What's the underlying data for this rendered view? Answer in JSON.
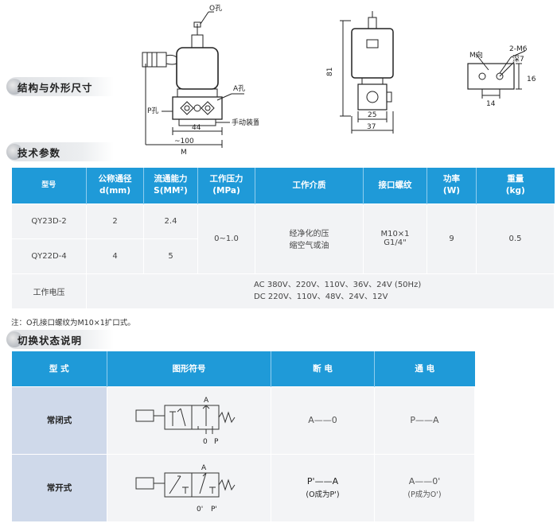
{
  "sections": {
    "structure": "结构与外形尺寸",
    "tech": "技术参数",
    "switch": "切换状态说明"
  },
  "drawing": {
    "o_hole": "O孔",
    "a_hole": "A孔",
    "p_hole": "P孔",
    "manual": "手动装置",
    "dim_44": "44",
    "dim_100": "~100",
    "m_label": "M",
    "dim_81": "81",
    "dim_25": "25",
    "dim_37": "37",
    "m_dir": "M向",
    "two_m6": "2-M6",
    "deep7": "深7",
    "dim_16": "16",
    "dim_14": "14"
  },
  "spec": {
    "headers": [
      "型号",
      "公称通径",
      "d(mm)",
      "流通能力",
      "S(MM²)",
      "工作压力",
      "(MPa)",
      "工作介质",
      "接口螺纹",
      "功率",
      "(W)",
      "重量",
      "(kg)"
    ],
    "rows": [
      {
        "model": "QY23D-2",
        "diameter": "2",
        "flow": "2.4"
      },
      {
        "model": "QY22D-4",
        "diameter": "4",
        "flow": "5"
      }
    ],
    "pressure": "0~1.0",
    "medium_1": "经净化的压",
    "medium_2": "缩空气或油",
    "thread_1": "M10×1",
    "thread_2": "G1/4\"",
    "power": "9",
    "weight": "0.5",
    "voltage_label": "工作电压",
    "ac": "AC   380V、220V、110V、36V、24V        (50Hz)",
    "dc": "DC   220V、110V、48V、24V、12V"
  },
  "note": "注：O孔接口螺纹为M10×1扩口式。",
  "switch": {
    "headers": [
      "型  式",
      "图形符号",
      "断  电",
      "通  电"
    ],
    "rows": [
      {
        "type": "常闭式",
        "off": "A——0",
        "on": "P——A",
        "off_sub": "",
        "on_sub": "",
        "sym_top": "A",
        "sym_b1": "0",
        "sym_b2": "P"
      },
      {
        "type": "常开式",
        "off": "P'——A",
        "on": "A——0'",
        "off_sub": "(O成为P')",
        "on_sub": "(P成为O')",
        "sym_top": "A",
        "sym_b1": "0'",
        "sym_b2": "P'"
      }
    ]
  }
}
